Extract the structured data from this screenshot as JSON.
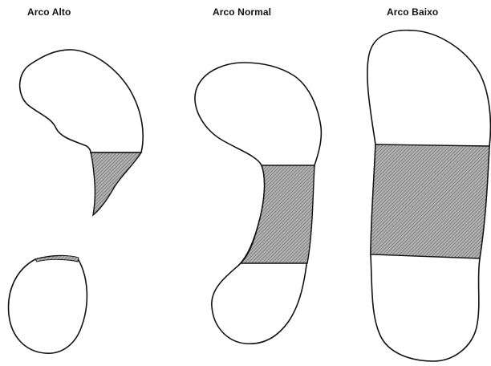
{
  "labels": {
    "high_arch": "Arco Alto",
    "normal_arch": "Arco Normal",
    "low_arch": "Arco Baixo"
  },
  "colors": {
    "outline": "#111111",
    "hatch_fill": "#8c8c8c",
    "background": "#ffffff"
  }
}
